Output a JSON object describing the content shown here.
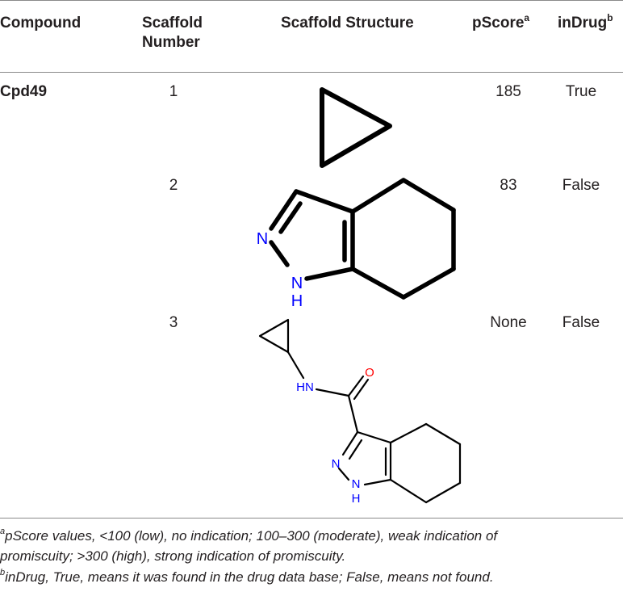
{
  "table": {
    "headers": {
      "compound": "Compound",
      "scaffold_number": [
        "Scaffold",
        "Number"
      ],
      "scaffold_structure": "Scaffold Structure",
      "pscore": "pScore",
      "pscore_mark": "a",
      "indrug": "inDrug",
      "indrug_mark": "b"
    },
    "compound": "Cpd49",
    "rows": [
      {
        "number": "1",
        "pscore": "185",
        "indrug": "True",
        "structure": "cyclopropane"
      },
      {
        "number": "2",
        "pscore": "83",
        "indrug": "False",
        "structure": "4,5,6,7-tetrahydro-1H-indazole"
      },
      {
        "number": "3",
        "pscore": "None",
        "indrug": "False",
        "structure": "N-cyclopropyl-4,5,6,7-tetrahydro-1H-indazole-3-carboxamide"
      }
    ],
    "atom_labels": {
      "N": "N",
      "H": "H",
      "NH": "NH",
      "HN": "HN",
      "O": "O"
    }
  },
  "footnotes": [
    {
      "mark": "a",
      "text": "pScore values, <100 (low), no indication; 100–300 (moderate), weak indication of"
    },
    {
      "mark": "",
      "text": "promiscuity; >300 (high), strong indication of promiscuity."
    },
    {
      "mark": "b",
      "text": "inDrug, True, means it was found in the drug data base; False, means not found."
    }
  ],
  "colors": {
    "nitrogen": "#0000ff",
    "oxygen": "#ff0000",
    "rule": "#8a8a8a",
    "text": "#231f20"
  }
}
